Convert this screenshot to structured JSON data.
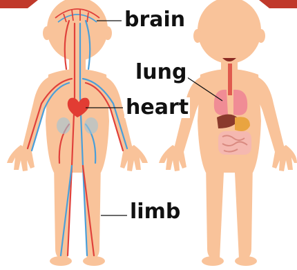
{
  "labels": {
    "brain": "brain",
    "lung": "lung",
    "heart": "heart",
    "limb": "limb"
  },
  "colors": {
    "skin": "#f9c39a",
    "skin_shade": "#efa47a",
    "artery": "#e0413b",
    "vein": "#4a9fd9",
    "heart": "#e23c33",
    "lung": "#f08c95",
    "intestine": "#f5b8b0",
    "liver": "#8a3a2c",
    "stomach": "#e9a440",
    "corner_tab": "#c0392b"
  },
  "icons": {
    "left_figure": "circulatory-system-figure",
    "right_figure": "digestive-respiratory-figure"
  }
}
